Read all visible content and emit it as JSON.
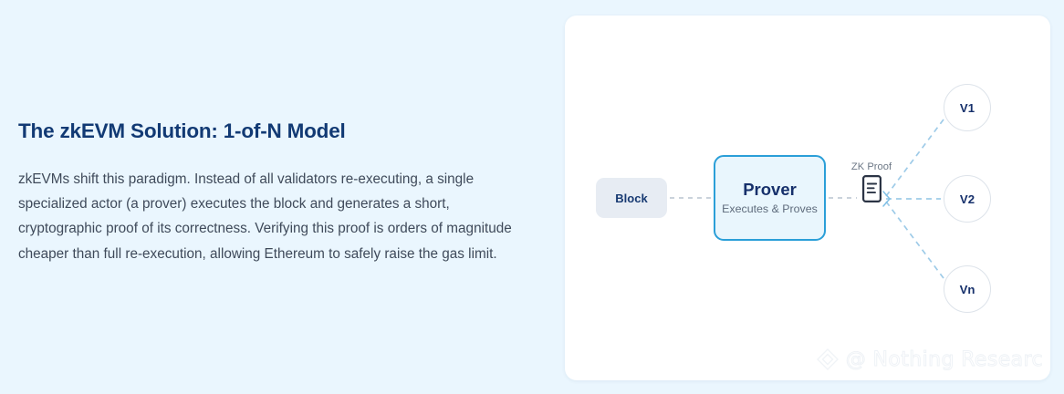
{
  "article": {
    "heading": "The zkEVM Solution: 1-of-N Model",
    "paragraph": "zkEVMs shift this paradigm. Instead of all validators re-executing, a single specialized actor (a prover) executes the block and generates a short, cryptographic proof of its correctness. Verifying this proof is orders of magnitude cheaper than full re-execution, allowing Ethereum to safely raise the gas limit."
  },
  "diagram": {
    "nodes": {
      "block": {
        "label": "Block"
      },
      "prover": {
        "title": "Prover",
        "subtitle": "Executes & Proves"
      },
      "zk_proof": {
        "label": "ZK Proof",
        "icon": "document-icon"
      }
    },
    "validators": [
      {
        "label": "V1"
      },
      {
        "label": "V2"
      },
      {
        "label": "Vn"
      }
    ]
  },
  "watermark": {
    "text": "@ Nothing Researc",
    "logo": "diamond-logo"
  },
  "colors": {
    "page_background": "#eaf6fe",
    "card_background": "#ffffff",
    "heading": "#123a74",
    "body_text": "#3f4a5a",
    "prover_border": "#2b9fd8",
    "prover_fill": "#e9f6fd",
    "block_fill": "#e7ecf3",
    "connector": "#9ecbe8",
    "node_title": "#16306b"
  }
}
